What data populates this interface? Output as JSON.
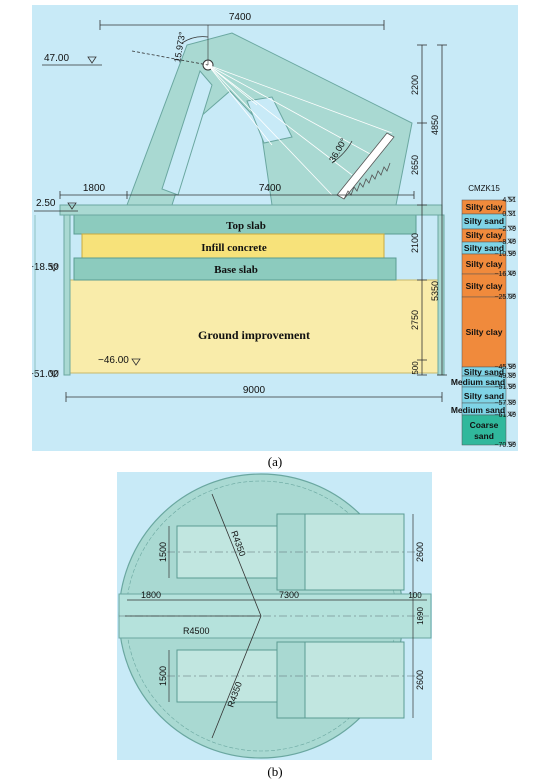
{
  "panel_a": {
    "caption": "(a)",
    "dims": {
      "top_width": "7400",
      "left_overhang": "1800",
      "mid_width": "7400",
      "base_width": "9000",
      "h_upper": "2200",
      "h_lower": "2650",
      "h_total_superstructure": "4850",
      "h_topslab": "2100",
      "h_base": "2750",
      "h_skirt": "500",
      "h_foundation_total": "5350"
    },
    "angles": {
      "a1": "15.973°",
      "a2": "36.00°"
    },
    "elevations": {
      "top": "47.00",
      "deck": "2.50",
      "seabed": "−18.50",
      "improve_bottom": "−46.00",
      "base_bottom": "−51.00"
    },
    "layers": {
      "top_slab": "Top slab",
      "infill": "Infill concrete",
      "base_slab": "Base slab",
      "ground": "Ground improvement"
    },
    "borehole": {
      "name": "CMZK15",
      "levels": [
        "4.51",
        "0.31",
        "−2.79",
        "−8.49",
        "−10.99",
        "−16.49",
        "−25.09",
        "−45.99",
        "−49.89",
        "−51.99",
        "−57.89",
        "−61.49",
        "−70.99"
      ],
      "strata": [
        "Silty clay",
        "Silty sand",
        "Silty clay",
        "Silty sand",
        "Silty clay",
        "Silty clay",
        "Silty clay",
        "Silty sand",
        "Medium sand",
        "Silty sand",
        "Medium sand",
        "Coarse sand"
      ]
    }
  },
  "panel_b": {
    "caption": "(b)",
    "dims": {
      "r_outer": "R4500",
      "r_upper": "R4350",
      "r_lower": "R4350",
      "w1": "1500",
      "w2": "1500",
      "h_right_top": "2600",
      "h_right_bottom": "2600",
      "gap_mid": "1690",
      "left_len": "1800",
      "main_len": "7300",
      "right_gap": "100"
    }
  },
  "colors": {
    "panel_bg": "#c8eaf7",
    "structure": "#a9d9d2",
    "slab_teal": "#8ccbbe",
    "infill_yellow": "#f7e27a",
    "ground_yellow": "#f9ecaa",
    "clay_orange": "#f08a3c",
    "sand_blue": "#7fd4e6",
    "coarse_green": "#30b89c"
  }
}
